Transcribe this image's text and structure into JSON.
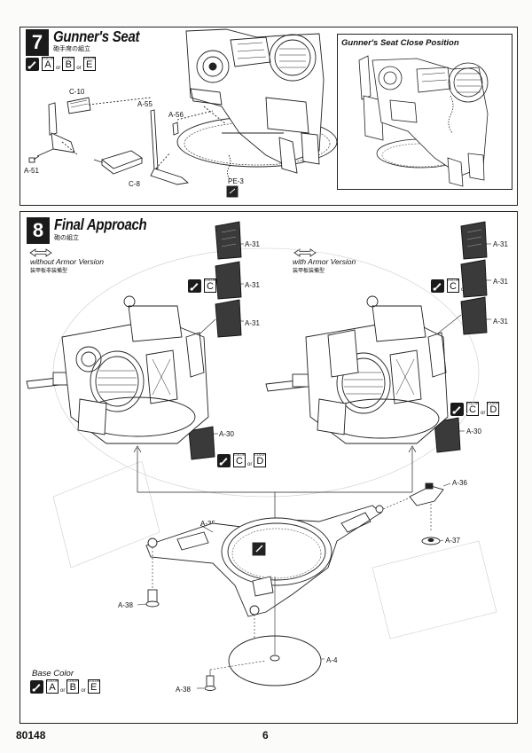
{
  "step7": {
    "number": "7",
    "title": "Gunner's Seat",
    "subtitle": "砲手席の組立",
    "colors": [
      "A",
      "B",
      "E"
    ],
    "or_text": "or",
    "color_word": "COLOR",
    "parts": [
      "C-10",
      "A-55",
      "A-56",
      "A-51",
      "C-8",
      "PE-3"
    ],
    "close_position_title": "Gunner's Seat Close Position"
  },
  "step8": {
    "number": "8",
    "title": "Final Approach",
    "subtitle": "砲の組立",
    "without_armor": "without Armor Version",
    "without_armor_jp": "装甲板非装備型",
    "with_armor": "with Armor Version",
    "with_armor_jp": "装甲板装備型",
    "plates_colors": [
      "C",
      "D"
    ],
    "parts": [
      "A-31",
      "A-31",
      "A-31",
      "A-30",
      "A-31",
      "A-31",
      "A-31",
      "A-30",
      "A-35",
      "A-36",
      "A-37",
      "A-38",
      "A-38",
      "A-4"
    ],
    "base_color_label": "Base Color",
    "base_colors": [
      "A",
      "B",
      "E"
    ]
  },
  "footer": {
    "kit_number": "80148",
    "page_number": "6"
  }
}
